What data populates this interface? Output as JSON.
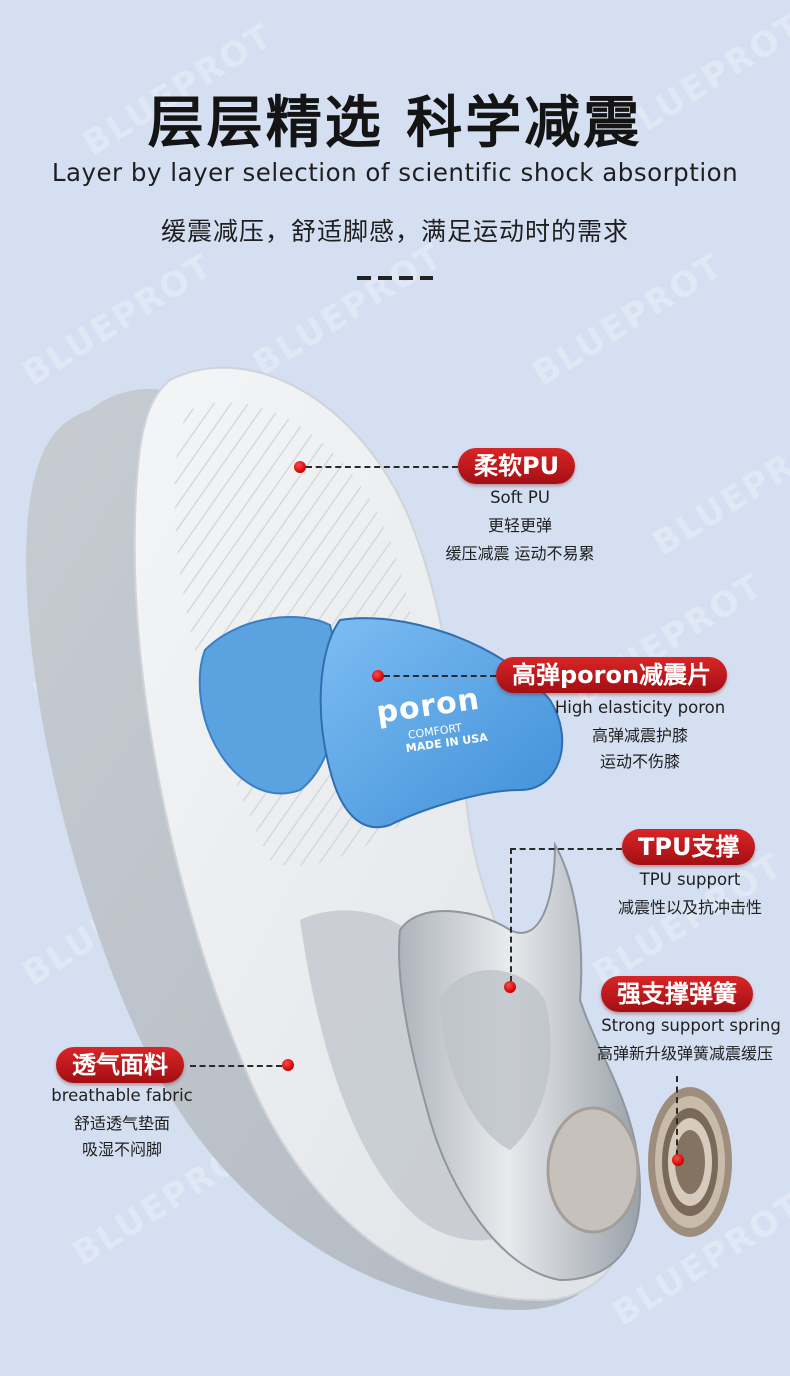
{
  "header": {
    "title": "层层精选 科学减震",
    "subtitle_en": "Layer by layer selection of scientific shock absorption",
    "subtitle_cn": "缓震减压，舒适脚感，满足运动时的需求"
  },
  "watermark": "BLUEPROT",
  "poron_logo": {
    "brand": "poron",
    "line1": "COMFORT",
    "line2": "MADE IN USA"
  },
  "features": [
    {
      "badge": "柔软PU",
      "en": "Soft PU",
      "lines": [
        "更轻更弹",
        "缓压减震 运动不易累"
      ]
    },
    {
      "badge": "高弹poron减震片",
      "en": "High elasticity poron",
      "lines": [
        "高弹减震护膝",
        "运动不伤膝"
      ]
    },
    {
      "badge": "TPU支撑",
      "en": "TPU support",
      "lines": [
        "减震性以及抗冲击性"
      ]
    },
    {
      "badge": "强支撑弹簧",
      "en": "Strong support spring",
      "lines": [
        "高弹新升级弹簧减震缓压"
      ]
    },
    {
      "badge": "透气面料",
      "en": "breathable fabric",
      "lines": [
        "舒适透气垫面",
        "吸湿不闷脚"
      ]
    }
  ],
  "colors": {
    "background": "#d4dff1",
    "badge_red": "#c0181c",
    "poron_blue": "#5fa9e8"
  }
}
